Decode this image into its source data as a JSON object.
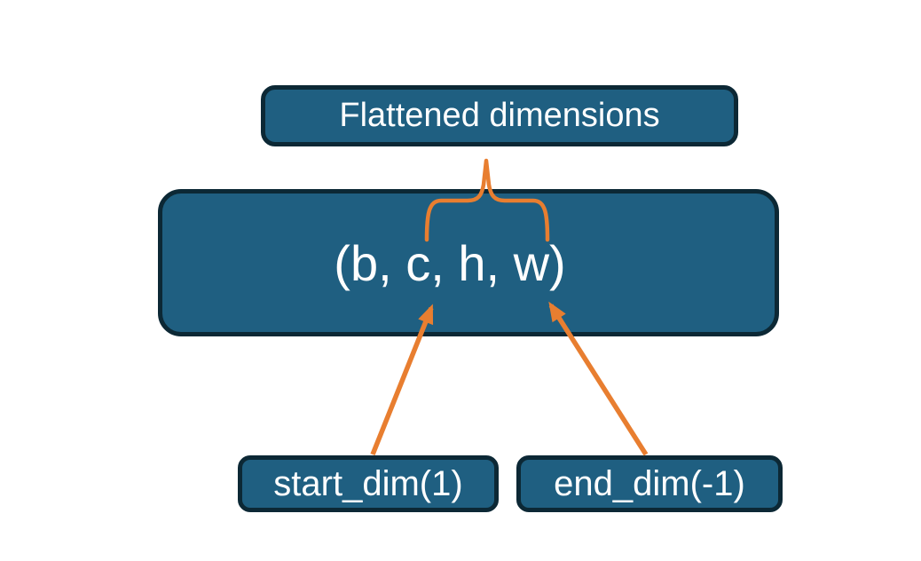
{
  "diagram": {
    "top_label": "Flattened dimensions",
    "tensor_shape": "(b, c, h, w)",
    "start_dim_label": "start_dim(1)",
    "end_dim_label": "end_dim(-1)"
  },
  "colors": {
    "box_fill": "#1F5F81",
    "box_border": "#0C2835",
    "accent_orange": "#E87E30",
    "text": "#FFFFFF",
    "background": "#FFFFFF"
  }
}
